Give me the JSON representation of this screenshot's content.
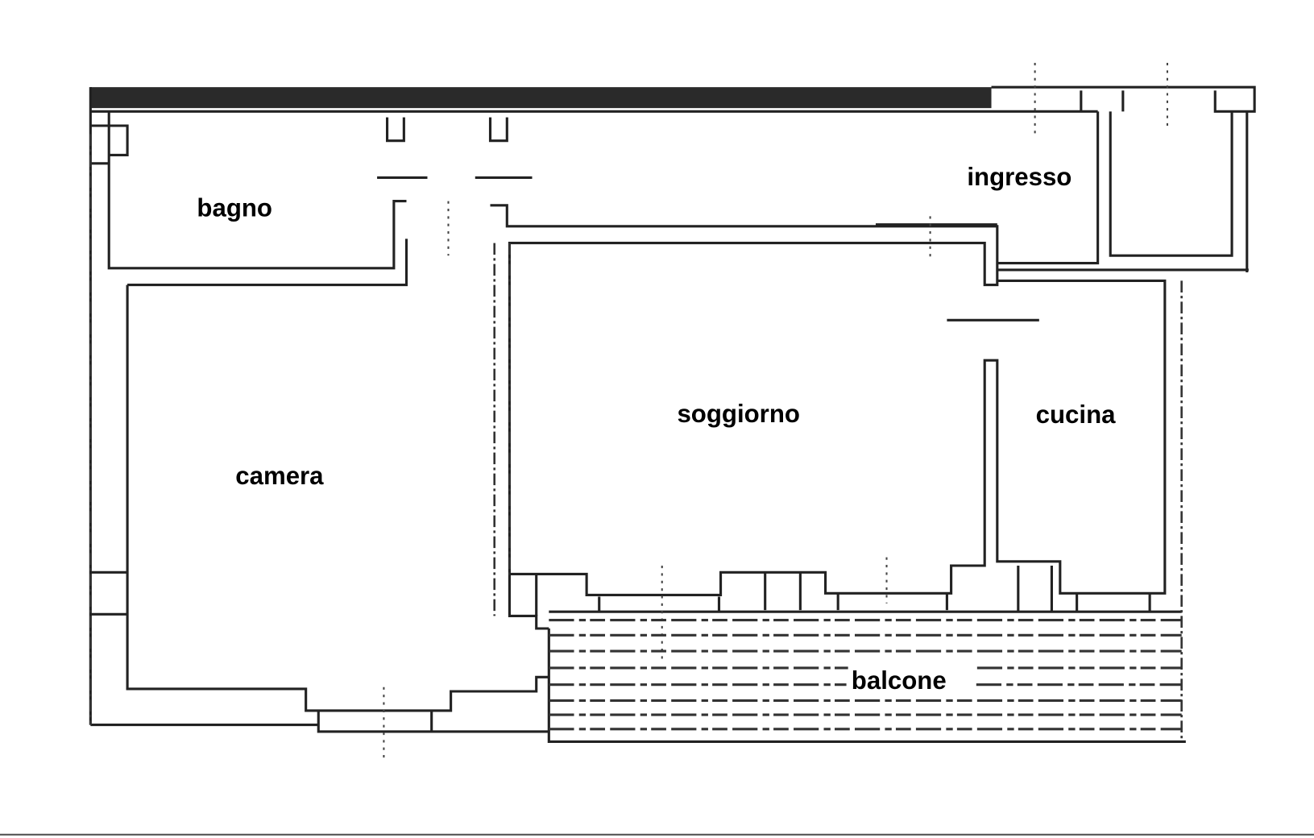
{
  "rooms": {
    "bagno": "bagno",
    "ingresso": "ingresso",
    "soggiorno": "soggiorno",
    "cucina": "cucina",
    "camera": "camera",
    "balcone": "balcone"
  }
}
